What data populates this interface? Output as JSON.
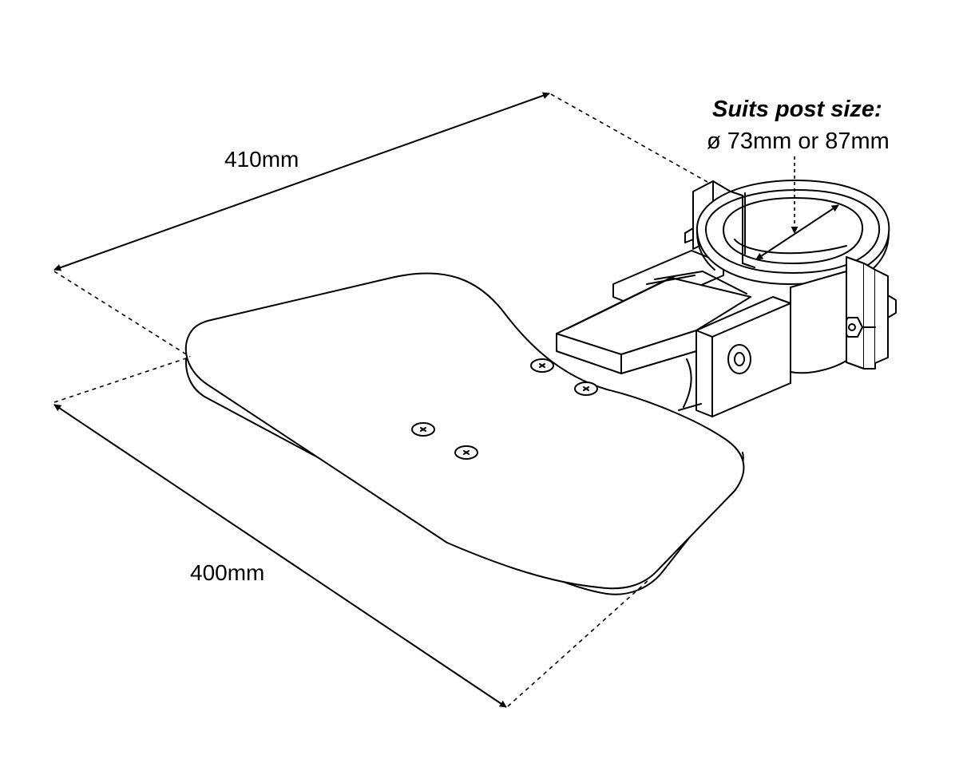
{
  "dimensions": {
    "width_label": "410mm",
    "depth_label": "400mm"
  },
  "post": {
    "title": "Suits post size:",
    "sizes": "ø 73mm or 87mm"
  },
  "colors": {
    "line": "#000000",
    "fill": "#ffffff"
  }
}
